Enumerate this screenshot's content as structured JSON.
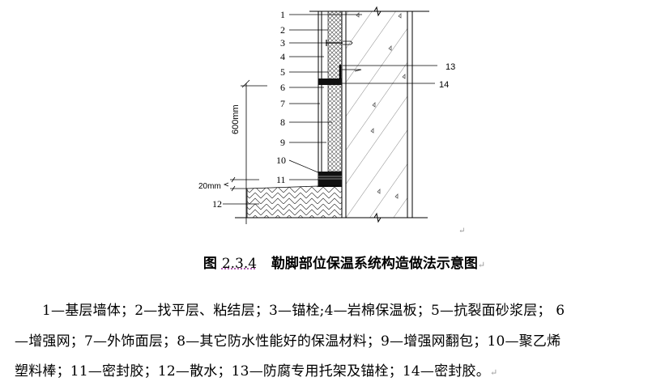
{
  "diagram": {
    "labels": [
      "1",
      "2",
      "3",
      "4",
      "5",
      "6",
      "7",
      "8",
      "9",
      "10",
      "11",
      "12",
      "13",
      "14"
    ],
    "dim_height": "600mm",
    "dim_gap": "20mm",
    "return_mark": "↵"
  },
  "caption": {
    "prefix": "图",
    "number": "2.3.4",
    "title": "勒脚部位保温系统构造做法示意图",
    "mark": "↵"
  },
  "legend": {
    "lines": [
      "1—基层墙体；2—找平层、粘结层；3—锚栓;4—岩棉保温板；5—抗裂面砂浆层； 6",
      "—增强网；7—外饰面层；8—其它防水性能好的保温材料；9—增强网翻包；10—聚乙烯",
      "塑料棒；11—密封胶；12—散水；13—防腐专用托架及锚栓；14—密封胶。"
    ],
    "mark": "↵"
  }
}
